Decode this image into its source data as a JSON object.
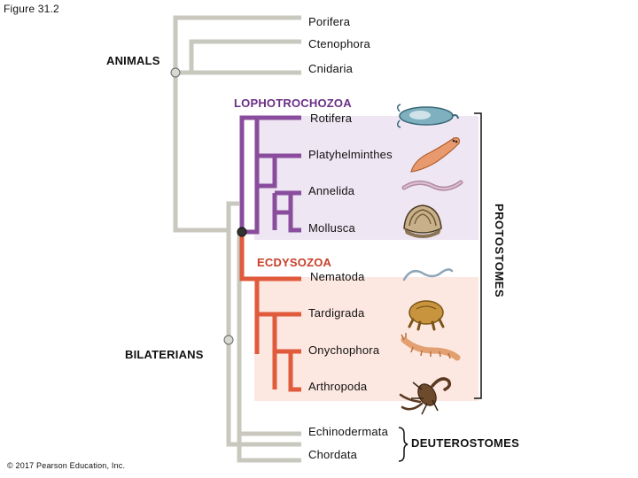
{
  "figure_label": "Figure 31.2",
  "copyright": "© 2017 Pearson Education, Inc.",
  "groups": {
    "animals": "ANIMALS",
    "bilaterians": "BILATERIANS",
    "lophotrochozoa": "LOPHOTROCHOZOA",
    "ecdysozoa": "ECDYSOZOA",
    "protostomes": "PROTOSTOMES",
    "deuterostomes": "DEUTEROSTOMES"
  },
  "taxa": [
    {
      "name": "Porifera",
      "icon": "none"
    },
    {
      "name": "Ctenophora",
      "icon": "none"
    },
    {
      "name": "Cnidaria",
      "icon": "none"
    },
    {
      "name": "Rotifera",
      "icon": "rotifer-icon"
    },
    {
      "name": "Platyhelminthes",
      "icon": "flatworm-icon"
    },
    {
      "name": "Annelida",
      "icon": "earthworm-icon"
    },
    {
      "name": "Mollusca",
      "icon": "clam-icon"
    },
    {
      "name": "Nematoda",
      "icon": "roundworm-icon"
    },
    {
      "name": "Tardigrada",
      "icon": "tardigrade-icon"
    },
    {
      "name": "Onychophora",
      "icon": "velvet-worm-icon"
    },
    {
      "name": "Arthropoda",
      "icon": "scorpion-icon"
    },
    {
      "name": "Echinodermata",
      "icon": "none"
    },
    {
      "name": "Chordata",
      "icon": "none"
    }
  ],
  "colors": {
    "base": "#c9c8bf",
    "lophotrochozoa": "#8a4d9e",
    "lophotrochozoa_fill": "#efe6f3",
    "ecdysozoa": "#e05a3c",
    "ecdysozoa_fill": "#fde8e1",
    "node": "#d9d9d2",
    "node_dark": "#333333"
  }
}
